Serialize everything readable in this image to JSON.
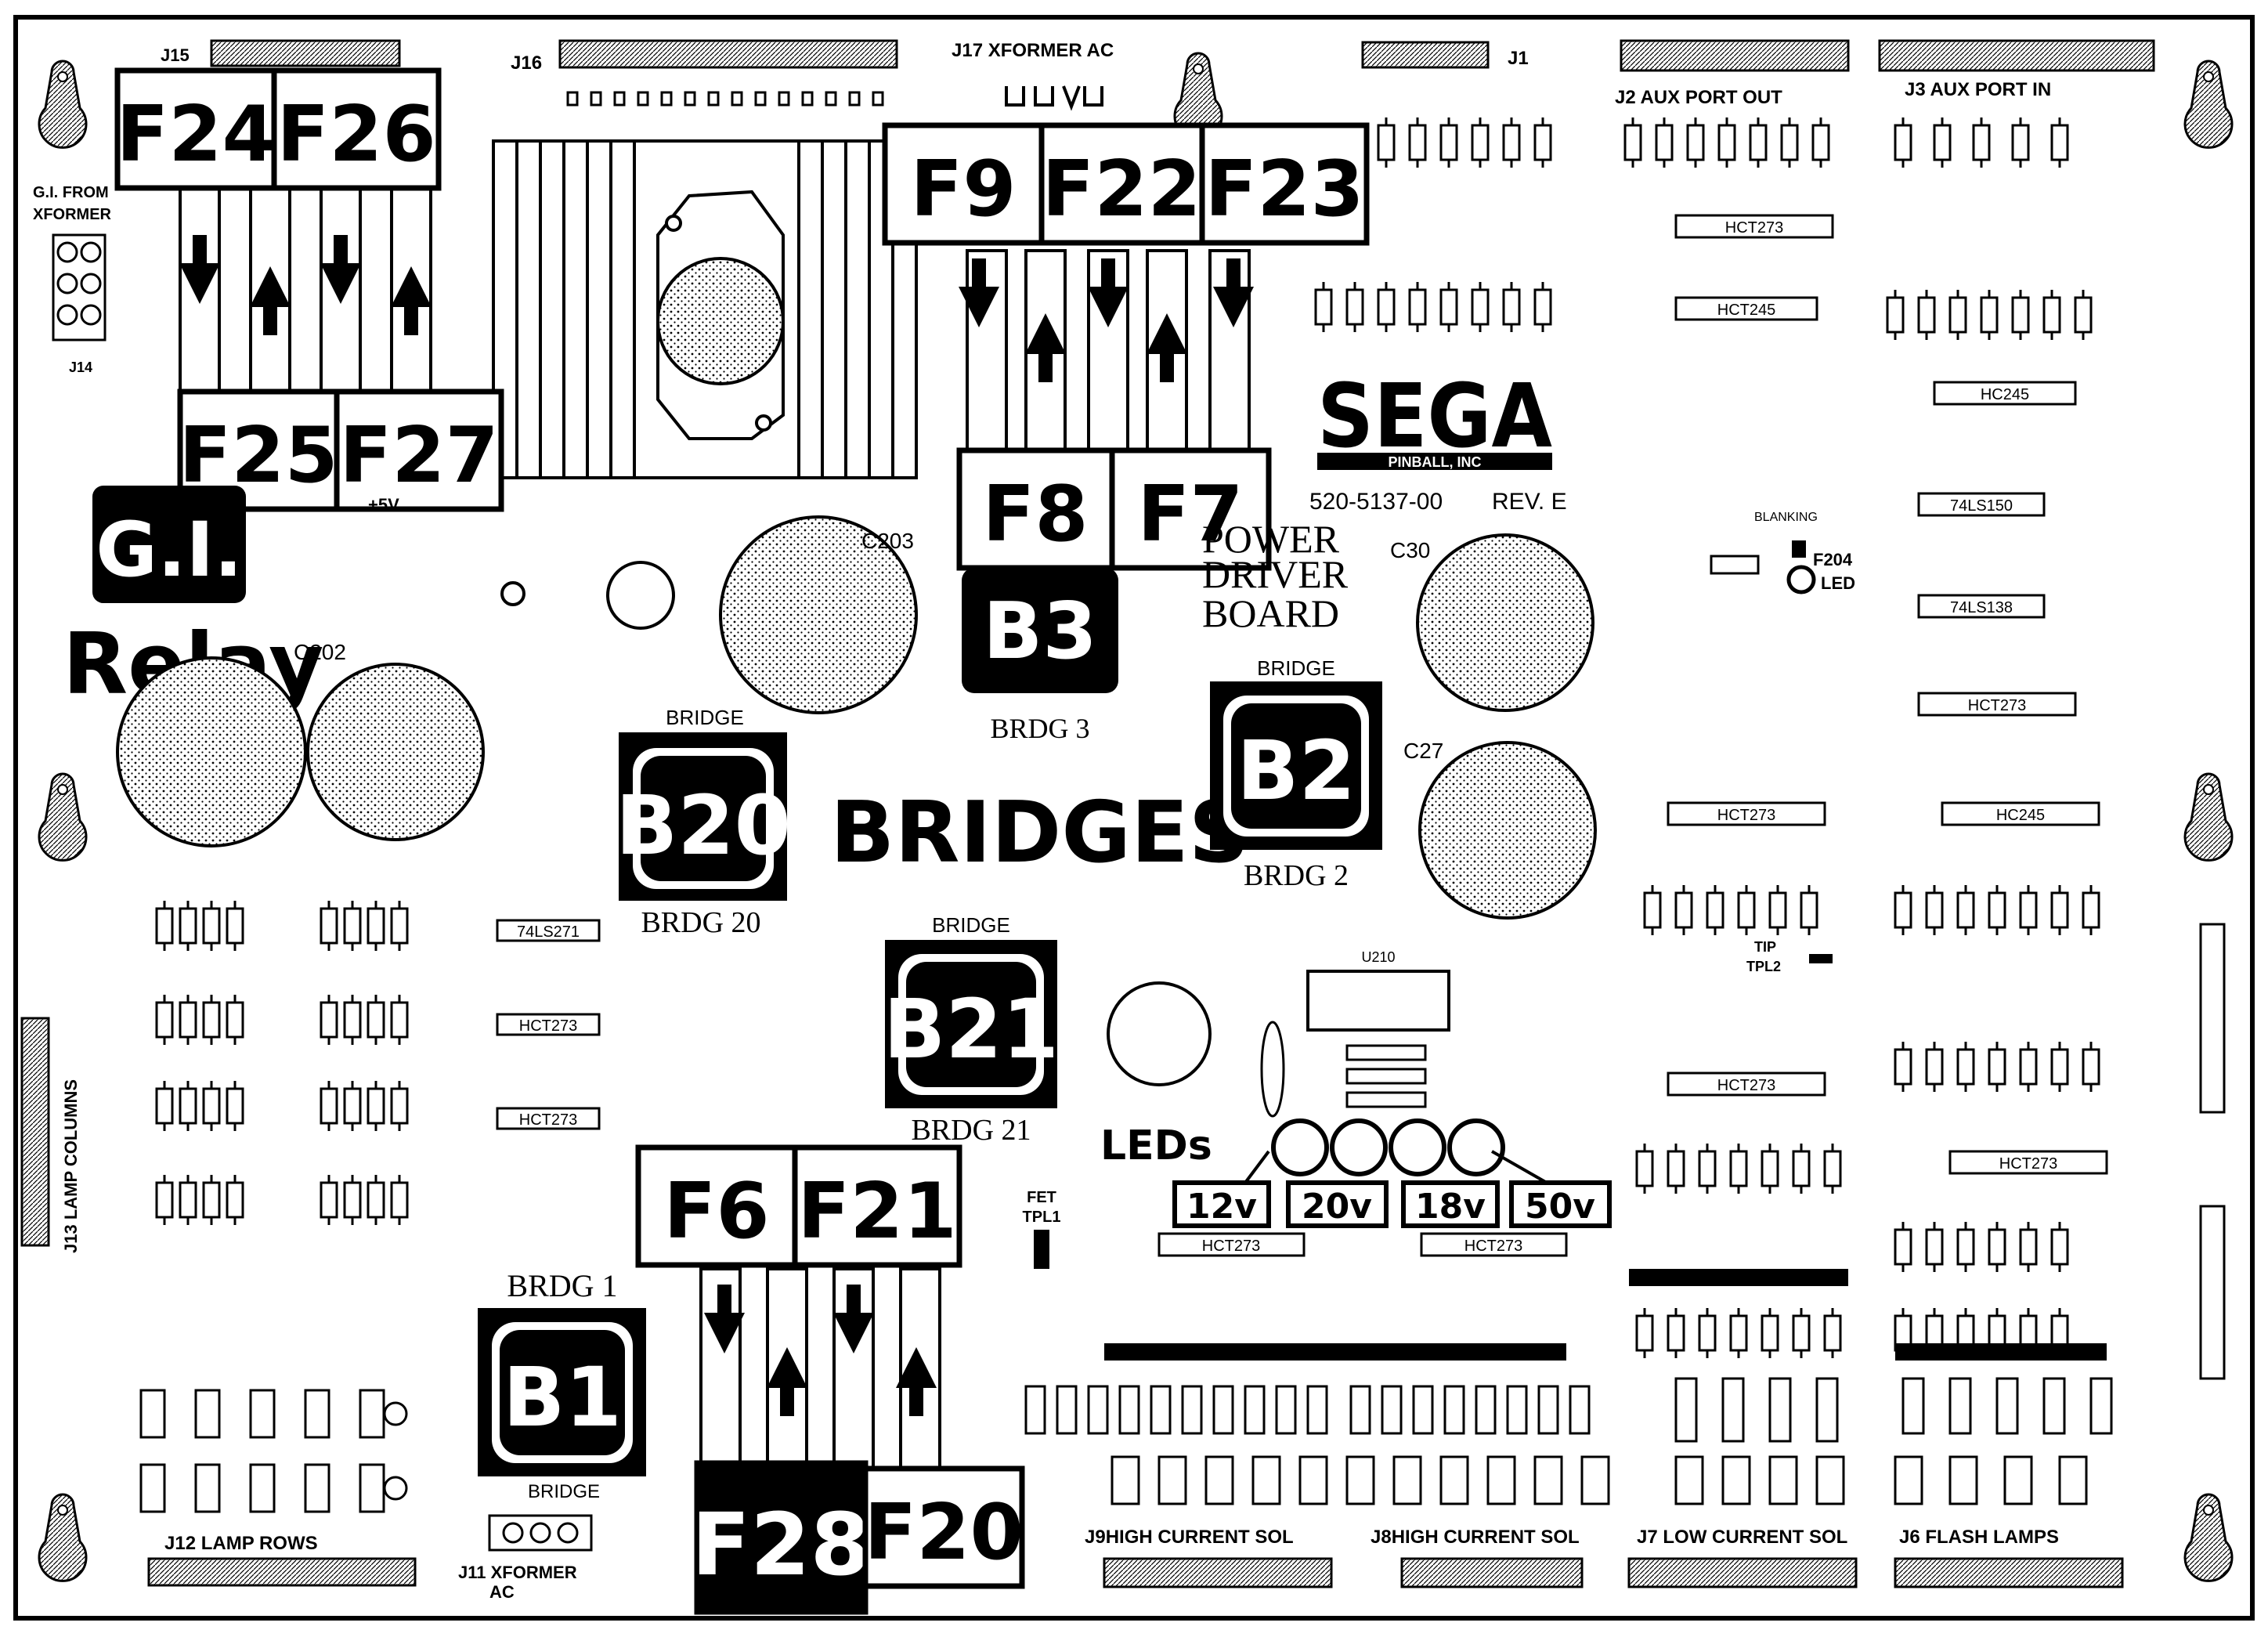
{
  "board": {
    "logo": "SEGA",
    "logo_sub": "PINBALL, INC",
    "part_number": "520-5137-00",
    "revision": "REV. E",
    "title_lines": [
      "POWER",
      "DRIVER",
      "BOARD"
    ]
  },
  "fuses": [
    "F24",
    "F26",
    "F25",
    "F27",
    "F9",
    "F22",
    "F23",
    "F8",
    "F7",
    "F6",
    "F21",
    "F28",
    "F20"
  ],
  "bridges": {
    "b1": {
      "label": "B1",
      "caption": "BRDG 1",
      "tag": "BRIDGE"
    },
    "b2": {
      "label": "B2",
      "caption": "BRDG 2",
      "tag": "BRIDGE"
    },
    "b3": {
      "label": "B3",
      "caption": "BRDG 3"
    },
    "b20": {
      "label": "B20",
      "caption": "BRDG 20",
      "tag": "BRIDGE"
    },
    "b21": {
      "label": "B21",
      "caption": "BRDG 21",
      "tag": "BRIDGE"
    }
  },
  "gi_relay": {
    "label1": "G.I.",
    "label2": "Relay"
  },
  "bridges_title": "BRIDGES",
  "leds": {
    "title": "LEDs",
    "values": [
      "12v",
      "20v",
      "18v",
      "50v"
    ]
  },
  "connectors": {
    "j15": "J15",
    "j16": "J16",
    "j17": "J17 XFORMER AC",
    "j1": "J1",
    "j2": "J2 AUX PORT OUT",
    "j3": "J3 AUX PORT IN",
    "j14": "J14",
    "gi_from": "G.I. FROM",
    "gi_xformer": "XFORMER",
    "j13": "J13 LAMP COLUMNS",
    "j12": "J12  LAMP ROWS",
    "j11a": "J11  XFORMER",
    "j11b": "AC",
    "j9": "J9HIGH CURRENT SOL",
    "j8": "J8HIGH CURRENT SOL",
    "j7": "J7 LOW CURRENT SOL",
    "j6": "J6  FLASH LAMPS"
  },
  "chips": {
    "hct273_a": "HCT273",
    "hct245": "HCT245",
    "hc245": "HC245",
    "ttl_a": "74LS150",
    "ttl_b": "74LS138",
    "hct273_b": "HCT273",
    "hct273_c": "HCT273",
    "hc245_b": "HC245",
    "hct273_d": "HCT273",
    "hct273_e": "HCT273",
    "hct273_f": "HCT273",
    "hct273_g": "HCT273",
    "hct273_h": "HCT273",
    "ls271": "74LS271",
    "hct273_i": "HCT273"
  },
  "caps": {
    "c203": "C203",
    "c202": "C202",
    "c30": "C30",
    "c27": "C27"
  },
  "misc": {
    "plus5v": "+5V",
    "blanking": "BLANKING",
    "f204": "F204",
    "led": "LED",
    "tip": "TIP",
    "tpl2": "TPL2",
    "fet": "FET",
    "tpl1": "TPL1",
    "u210": "U210"
  }
}
